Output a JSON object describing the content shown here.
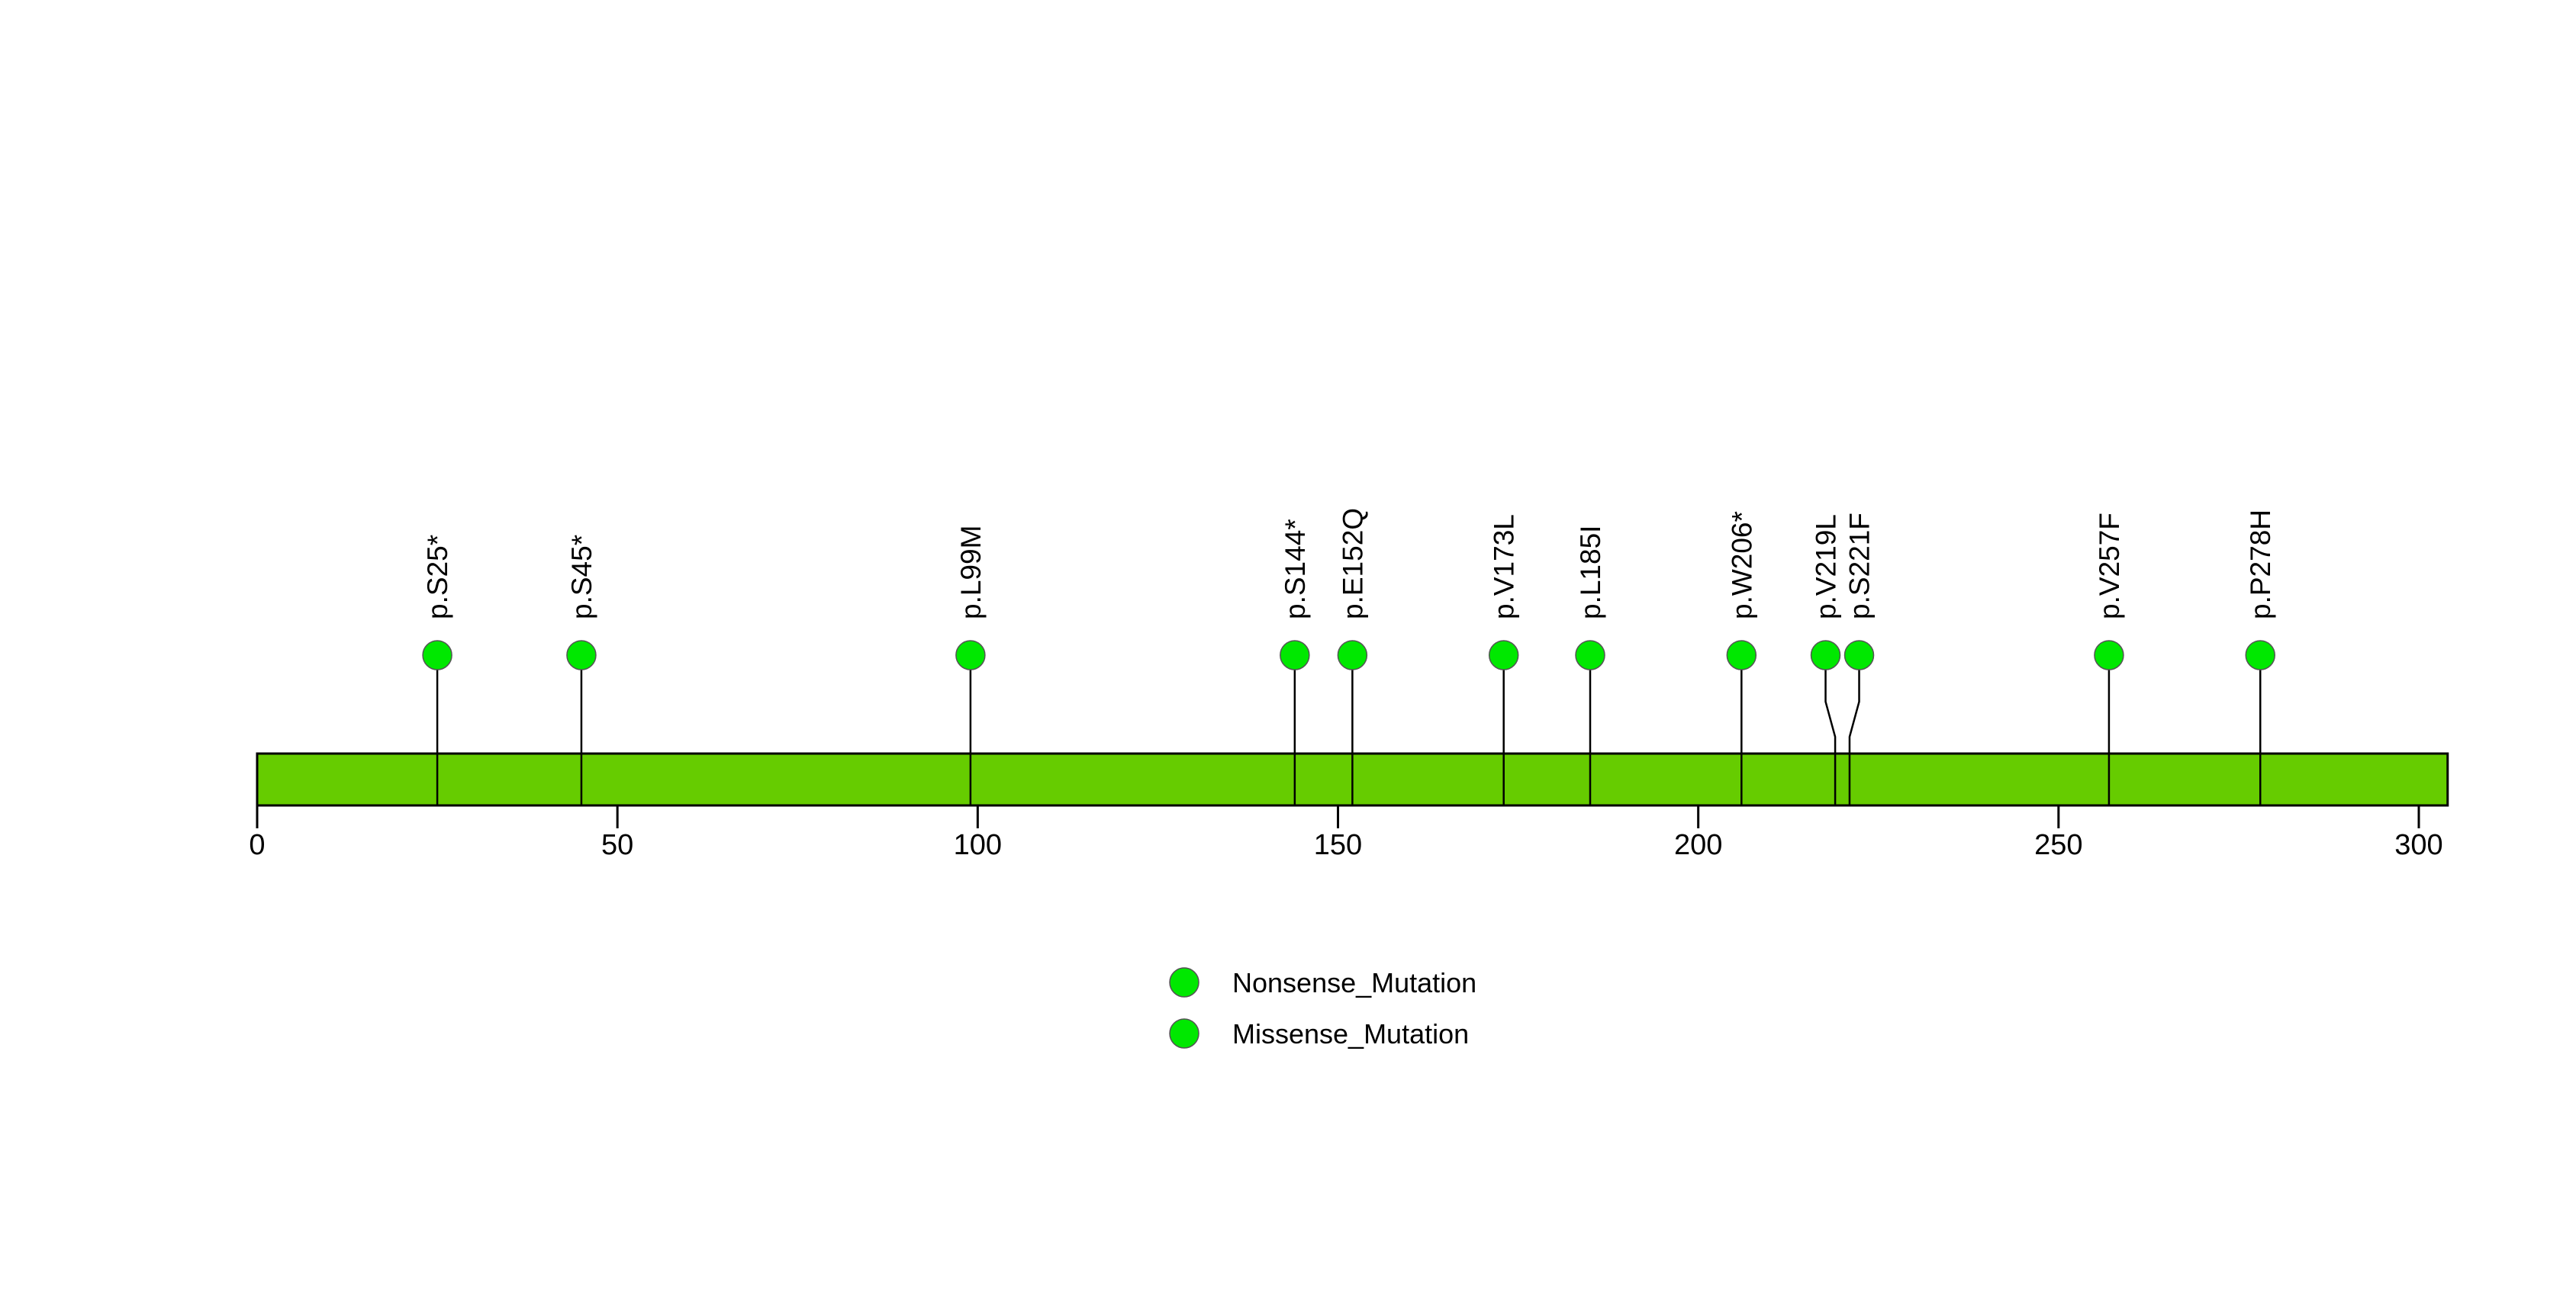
{
  "chart_data": {
    "type": "lollipop",
    "title": "",
    "xlabel": "",
    "ylabel": "",
    "xlim": [
      0,
      304
    ],
    "protein_length": 304,
    "grid": false,
    "axis": {
      "ticks": [
        0,
        50,
        100,
        150,
        200,
        250,
        300
      ],
      "tick_labels": [
        "0",
        "50",
        "100",
        "150",
        "200",
        "250",
        "300"
      ]
    },
    "domain_bar": {
      "start": 0,
      "end": 304,
      "color": "#66CC00",
      "border_color": "#000000"
    },
    "lollipops": [
      {
        "label": "p.S25*",
        "position": 25,
        "count": 1,
        "class": "Nonsense_Mutation",
        "color": "#00E800"
      },
      {
        "label": "p.S45*",
        "position": 45,
        "count": 1,
        "class": "Nonsense_Mutation",
        "color": "#00E800"
      },
      {
        "label": "p.L99M",
        "position": 99,
        "count": 1,
        "class": "Missense_Mutation",
        "color": "#00E800"
      },
      {
        "label": "p.S144*",
        "position": 144,
        "count": 1,
        "class": "Nonsense_Mutation",
        "color": "#00E800"
      },
      {
        "label": "p.E152Q",
        "position": 152,
        "count": 1,
        "class": "Missense_Mutation",
        "color": "#00E800"
      },
      {
        "label": "p.V173L",
        "position": 173,
        "count": 1,
        "class": "Missense_Mutation",
        "color": "#00E800"
      },
      {
        "label": "p.L185I",
        "position": 185,
        "count": 1,
        "class": "Missense_Mutation",
        "color": "#00E800"
      },
      {
        "label": "p.W206*",
        "position": 206,
        "count": 1,
        "class": "Nonsense_Mutation",
        "color": "#00E800"
      },
      {
        "label": "p.V219L",
        "position": 219,
        "count": 1,
        "class": "Missense_Mutation",
        "color": "#00E800"
      },
      {
        "label": "p.S221F",
        "position": 221,
        "count": 1,
        "class": "Missense_Mutation",
        "color": "#00E800"
      },
      {
        "label": "p.V257F",
        "position": 257,
        "count": 1,
        "class": "Missense_Mutation",
        "color": "#00E800"
      },
      {
        "label": "p.P278H",
        "position": 278,
        "count": 1,
        "class": "Missense_Mutation",
        "color": "#00E800"
      }
    ],
    "legend": {
      "position": "bottom-center",
      "entries": [
        {
          "label": "Nonsense_Mutation",
          "color": "#00E800"
        },
        {
          "label": "Missense_Mutation",
          "color": "#00E800"
        }
      ]
    }
  }
}
